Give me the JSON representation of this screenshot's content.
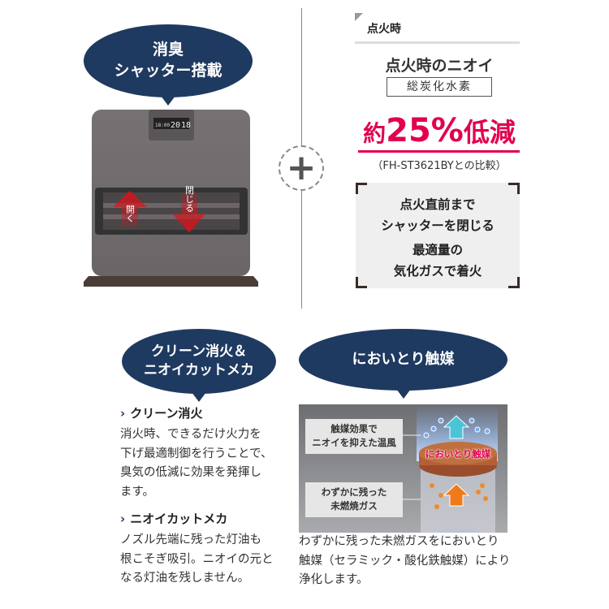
{
  "top_left": {
    "bubble_lines": [
      "消臭",
      "シャッター搭載"
    ],
    "heater": {
      "display_time": "18:00",
      "display_temp": "20",
      "display_setting": "18",
      "arrow_open": "開く",
      "arrow_close": "閉じる"
    }
  },
  "plus_icon": "plus-icon",
  "top_right": {
    "tag": "点火時",
    "smell_title": "点火時のニオイ",
    "smell_box": "総炭化水素",
    "reduction": {
      "prefix": "約",
      "value": "25%",
      "suffix": "低減"
    },
    "comparison": "（FH-ST3621BYとの比較）",
    "info_lines": [
      "点火直前まで",
      "シャッターを閉じる",
      "最適量の",
      "気化ガスで着火"
    ]
  },
  "bottom_left": {
    "bubble_lines": [
      "クリーン消火＆",
      "ニオイカットメカ"
    ],
    "sections": [
      {
        "title": "クリーン消火",
        "lines": [
          "消火時、できるだけ火力を",
          "下げ最適制御を行うことで、",
          "臭気の低減に効果を発揮し",
          "ます。"
        ]
      },
      {
        "title": "ニオイカットメカ",
        "lines": [
          "ノズル先端に残った灯油も",
          "根こそぎ吸引。ニオイの元と",
          "なる灯油を残しません。"
        ]
      }
    ]
  },
  "bottom_right": {
    "bubble": "においとり触媒",
    "diagram": {
      "label_top": [
        "触媒効果で",
        "ニオイを抑えた温風"
      ],
      "label_bottom": [
        "わずかに残った",
        "未燃焼ガス"
      ],
      "catalyst_label": "においとり触媒"
    },
    "caption_lines": [
      "わずかに残った未燃ガスをにおいとり",
      "触媒（セラミック・酸化鉄触媒）により",
      "浄化します。"
    ]
  },
  "colors": {
    "navy": "#1f3a60",
    "accent_red": "#e2004f"
  }
}
